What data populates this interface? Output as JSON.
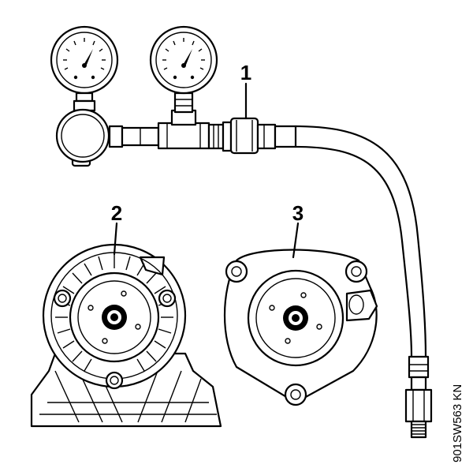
{
  "callouts": [
    {
      "id": "1",
      "text": "1"
    },
    {
      "id": "2",
      "text": "2"
    },
    {
      "id": "3",
      "text": "3"
    }
  ],
  "figure_code": "901SW563 KN",
  "colors": {
    "line": "#000000",
    "background": "#ffffff"
  }
}
